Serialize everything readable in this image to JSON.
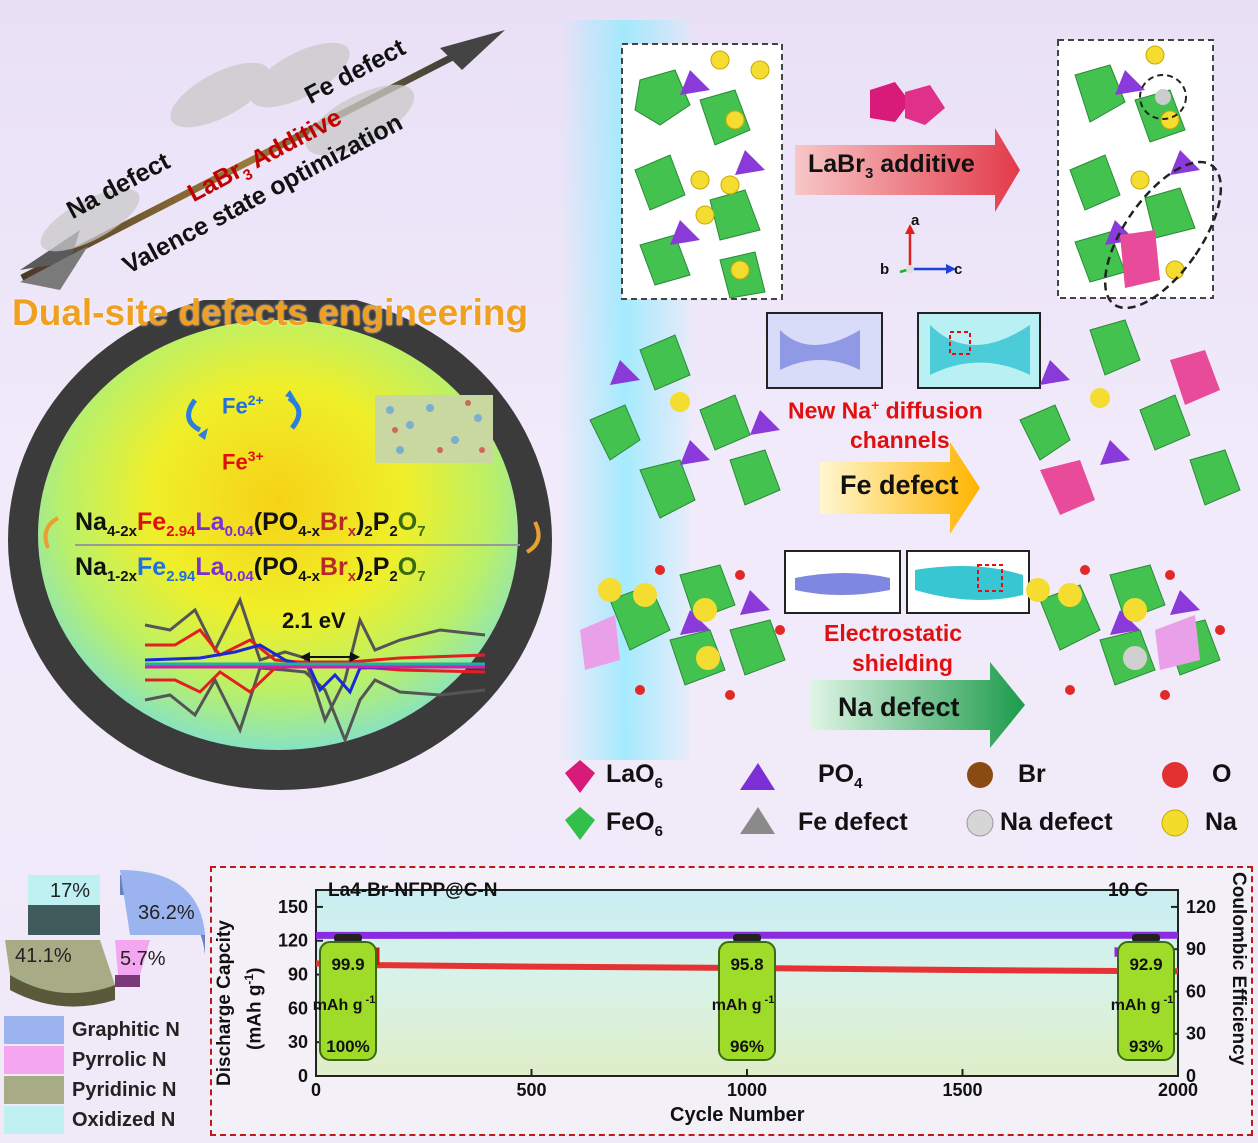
{
  "arrow": {
    "labels": [
      "Na defect",
      "LaBr",
      "3",
      " Additive",
      "Fe defect",
      "Valence state optimization"
    ]
  },
  "title": "Dual-site defects engineering",
  "sphere": {
    "fe2": "Fe",
    "fe2_sup": "2+",
    "fe3": "Fe",
    "fe3_sup": "3+",
    "formula_top": [
      "Na",
      "4-2x",
      "Fe",
      "2.94",
      "La",
      "0.04",
      "(PO",
      "4-x",
      "Br",
      "x",
      ")",
      "2",
      "P",
      "2",
      "O",
      "7"
    ],
    "formula_bottom": [
      "Na",
      "1-2x",
      "Fe",
      "2.94",
      "La",
      "0.04",
      "(PO",
      "4-x",
      "Br",
      "x",
      ")",
      "2",
      "P",
      "2",
      "O",
      "7"
    ],
    "gap_label": "2.1 eV"
  },
  "steps": {
    "labr3": [
      "LaBr",
      "3",
      " additive"
    ],
    "fe_defect": "Fe defect",
    "na_defect": "Na defect",
    "new_channels_1": "New Na",
    "new_channels_sup": "+",
    "new_channels_rest": " diffusion",
    "new_channels_2": "channels",
    "shield_1": "Electrostatic",
    "shield_2": "shielding"
  },
  "axes_triad": {
    "a": "a",
    "b": "b",
    "c": "c"
  },
  "legend": {
    "lao6": [
      "LaO",
      "6"
    ],
    "po4": [
      "PO",
      "4"
    ],
    "br": "Br",
    "o": "O",
    "feo6": [
      "FeO",
      "6"
    ],
    "fe_defect": "Fe defect",
    "na_defect": "Na defect",
    "na": "Na"
  },
  "colors": {
    "lao6": "#d81b78",
    "po4": "#7b2fd4",
    "feo6": "#33c04a",
    "br": "#8a4a12",
    "o": "#e33030",
    "na": "#f3dd2a",
    "accent_red": "#e01010",
    "capacity_line": "#e53333",
    "ce_line": "#8a2be2"
  },
  "pie": {
    "labels": [
      "17%",
      "36.2%",
      "41.1%",
      "5.7%"
    ],
    "legend": [
      "Graphitic N",
      "Pyrrolic N",
      "Pyridinic N",
      "Oxidized N"
    ]
  },
  "chart_data": {
    "type": "line",
    "title": "La4-Br-NFPP@C-N",
    "annotation_rate": "10 C",
    "xlabel": "Cycle Number",
    "ylabel": [
      "Discharge Capcity",
      "(mAh g",
      "-1",
      ")"
    ],
    "y2label": "Coulombic Efficiency",
    "xlim": [
      0,
      2000
    ],
    "ylim": [
      0,
      165
    ],
    "y2lim": [
      0,
      132
    ],
    "xticks": [
      0,
      500,
      1000,
      1500,
      2000
    ],
    "yticks": [
      0,
      30,
      60,
      90,
      120,
      150
    ],
    "y2ticks": [
      0,
      30,
      60,
      90,
      120
    ],
    "series": [
      {
        "axis": "left",
        "x": [
          0,
          100,
          500,
          1000,
          1500,
          2000
        ],
        "values": [
          99.9,
          98.5,
          97.0,
          95.8,
          94.0,
          92.9
        ]
      },
      {
        "axis": "right",
        "x": [
          0,
          500,
          1000,
          1500,
          2000
        ],
        "values": [
          99.8,
          99.9,
          99.9,
          99.9,
          99.9
        ]
      }
    ],
    "batteries": [
      {
        "x": 0,
        "value": "99.9",
        "unit": [
          "mAh g",
          " -1"
        ],
        "retention": "100%"
      },
      {
        "x": 1000,
        "value": "95.8",
        "unit": [
          "mAh g",
          " -1"
        ],
        "retention": "96%"
      },
      {
        "x": 2000,
        "value": "92.9",
        "unit": [
          "mAh g",
          " -1"
        ],
        "retention": "93%"
      }
    ]
  }
}
